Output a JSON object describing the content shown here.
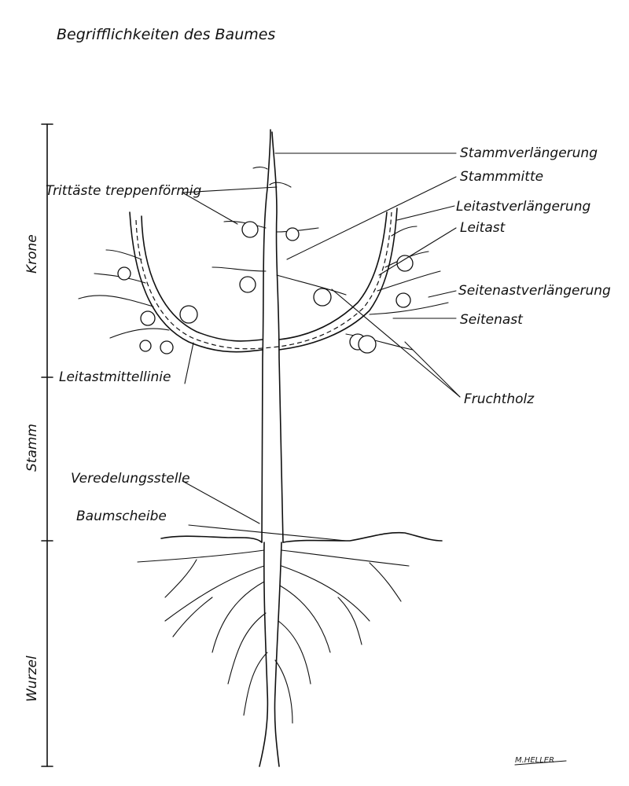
{
  "title": "Begrifflichkeiten des Baumes",
  "zones": {
    "krone": "Krone",
    "stamm": "Stamm",
    "wurzel": "Wurzel"
  },
  "labels": {
    "stammverlaengerung": "Stammverlängerung",
    "stammmitte": "Stammmitte",
    "leitastverlaengerung": "Leitastverlängerung",
    "leitast": "Leitast",
    "seitenastverlaengerung": "Seitenastverlängerung",
    "seitenast": "Seitenast",
    "fruchtholz": "Fruchtholz",
    "trittaeste": "Trittäste treppenförmig",
    "leitastmittellinie": "Leitastmittellinie",
    "veredelungsstelle": "Veredelungsstelle",
    "baumscheibe": "Baumscheibe"
  },
  "signature": "M.HELLER"
}
